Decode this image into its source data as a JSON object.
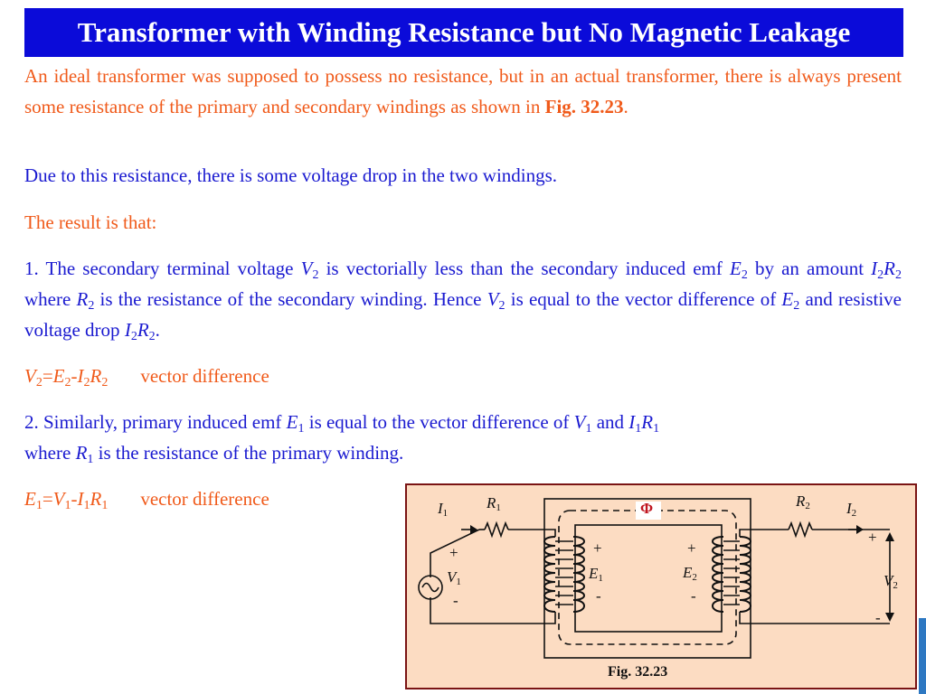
{
  "slide": {
    "title": "Transformer with Winding Resistance but No Magnetic Leakage",
    "intro": {
      "text_a": "An ideal transformer was supposed to possess no resistance, but in an actual transformer, there is always present some resistance of the primary and secondary windings as shown in ",
      "fig_ref": "Fig. 32.23",
      "text_b": "."
    },
    "line_drop": "Due to this resistance, there is some voltage drop in the two windings.",
    "result_line": "The result is that:",
    "point1": {
      "t1": "1. The secondary terminal voltage ",
      "t2": " is vectorially less than the secondary induced emf ",
      "t3": " by an amount ",
      "t4": " where ",
      "t5": " is the resistance of the secondary winding. Hence ",
      "t6": " is equal to the vector difference of ",
      "t7": " and resistive voltage drop ",
      "t8": "."
    },
    "eq_note": "vector difference",
    "point2": {
      "t1": "2. Similarly, primary induced emf ",
      "t2": " is equal to the vector difference of ",
      "t3": " and ",
      "t4": " where ",
      "t5": " is the resistance of the primary winding."
    }
  },
  "symbols": {
    "V": "V",
    "E": "E",
    "I": "I",
    "R": "R",
    "one": "1",
    "two": "2",
    "eq": "=",
    "minus": "-",
    "plus": "+",
    "phi": "Φ"
  },
  "figure": {
    "caption": "Fig. 32.23"
  },
  "colors": {
    "title_bg": "#0b0bd9",
    "orange_text": "#f05a1a",
    "blue_text": "#1a1ad0",
    "figure_bg": "#fcdcc2",
    "figure_border": "#7a1414"
  }
}
